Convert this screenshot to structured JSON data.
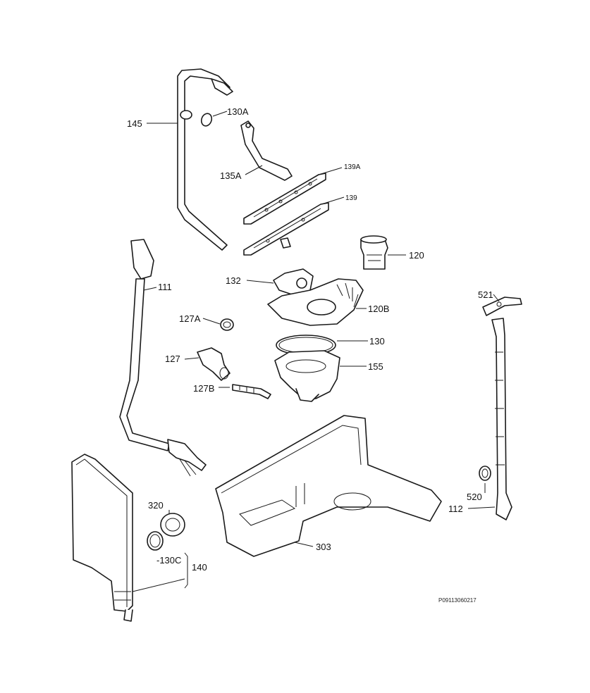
{
  "labels": {
    "p145": "145",
    "p130A": "130A",
    "p135A": "135A",
    "p139A": "139A",
    "p139": "139",
    "p120": "120",
    "p111": "111",
    "p132": "132",
    "p120B": "120B",
    "p127A": "127A",
    "p130": "130",
    "p127": "127",
    "p155": "155",
    "p127B": "127B",
    "p521": "521",
    "p320": "320",
    "p303": "303",
    "p520": "520",
    "p112": "112",
    "p130C": "-130C",
    "p140": "140"
  },
  "reference_code": "P09113060217",
  "colors": {
    "line": "#1a1a1a",
    "background": "#ffffff"
  }
}
